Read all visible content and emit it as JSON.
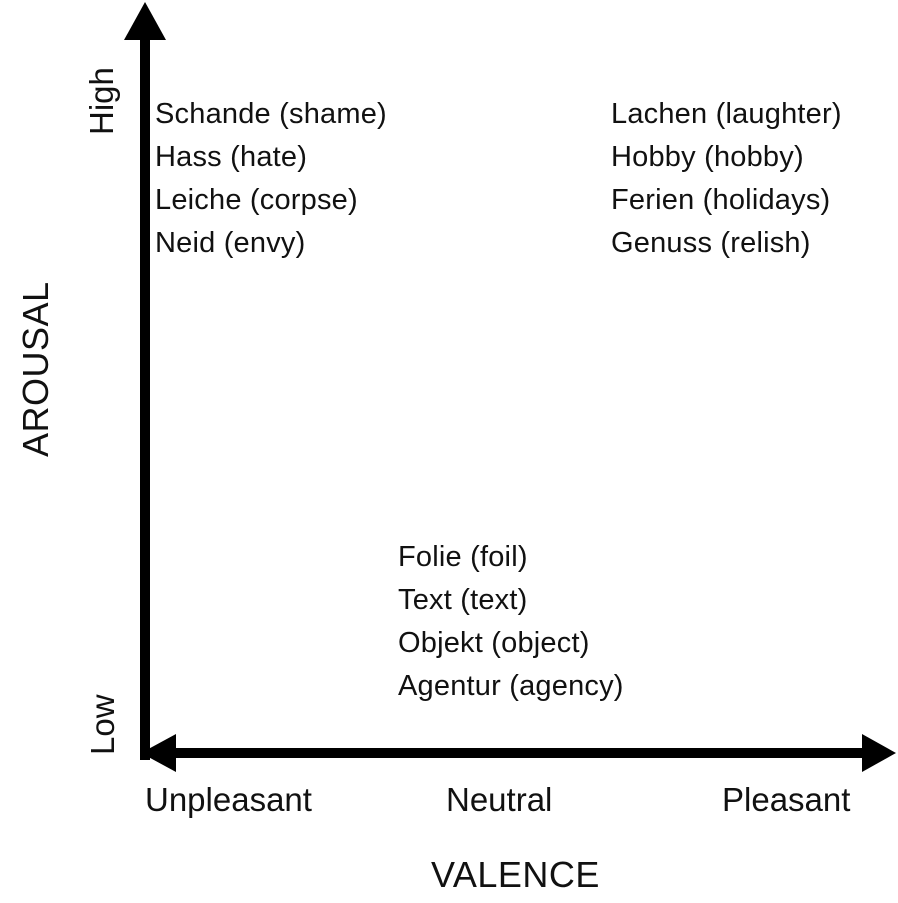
{
  "axes": {
    "y_title": "AROUSAL",
    "y_high": "High",
    "y_low": "Low",
    "x_title": "VALENCE",
    "x_ticks": [
      "Unpleasant",
      "Neutral",
      "Pleasant"
    ]
  },
  "groups": {
    "high_unpleasant": [
      "Schande (shame)",
      "Hass (hate)",
      "Leiche (corpse)",
      "Neid (envy)"
    ],
    "high_pleasant": [
      "Lachen (laughter)",
      "Hobby (hobby)",
      "Ferien (holidays)",
      "Genuss (relish)"
    ],
    "low_neutral": [
      "Folie (foil)",
      "Text (text)",
      "Objekt (object)",
      "Agentur (agency)"
    ]
  }
}
